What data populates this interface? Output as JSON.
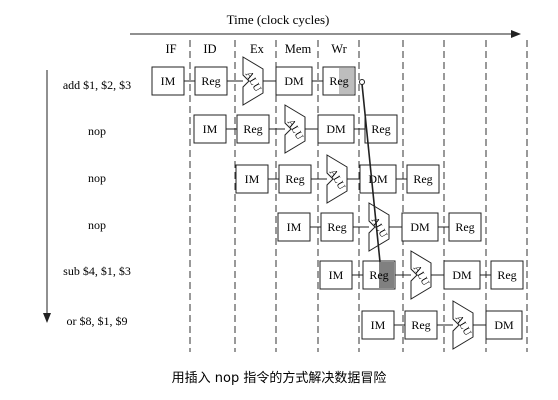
{
  "axis_title": "Time (clock cycles)",
  "stages": [
    "IF",
    "ID",
    "Ex",
    "Mem",
    "Wr"
  ],
  "instructions": [
    "add $1, $2, $3",
    "nop",
    "nop",
    "nop",
    "sub $4, $1, $3",
    "or $8, $1, $9"
  ],
  "unit_labels": {
    "im": "IM",
    "reg": "Reg",
    "alu": "ALU",
    "dm": "DM"
  },
  "caption": "用插入 nop 指令的方式解决数据冒险",
  "colors": {
    "line": "#222222",
    "reg_write_shade": "#bdbdbd",
    "reg_read_shade": "#808080"
  },
  "forwarding_line": {
    "from": "add $1, $2, $3",
    "to": "sub $4, $1, $3"
  }
}
